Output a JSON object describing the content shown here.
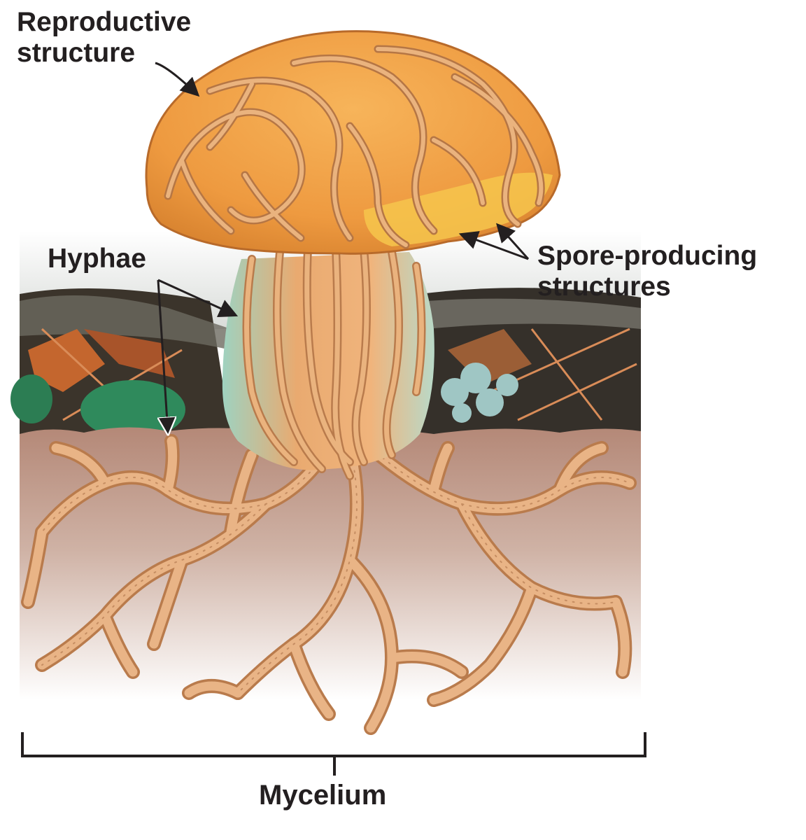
{
  "labels": {
    "reproductive": [
      "Reproductive",
      "structure"
    ],
    "hyphae": "Hyphae",
    "spore_producing": [
      "Spore-producing",
      "structures"
    ],
    "mycelium": "Mycelium"
  },
  "colors": {
    "hypha_fill": "#e9b486",
    "hypha_edge": "#b97b4c",
    "cap": "#f0a044",
    "cap_underside": "#f6c64c",
    "stalk": "#ecae72",
    "stalk_shadow": "#a9d7c5",
    "soil_top": "#b98d7c",
    "soil_bottom": "#ffffff",
    "litter_dark": "#2d2a24",
    "leaf": "#2f8a5c",
    "text": "#231f20"
  },
  "icons": [
    "mushroom-illustration",
    "hyphae-network",
    "leaf-litter"
  ]
}
